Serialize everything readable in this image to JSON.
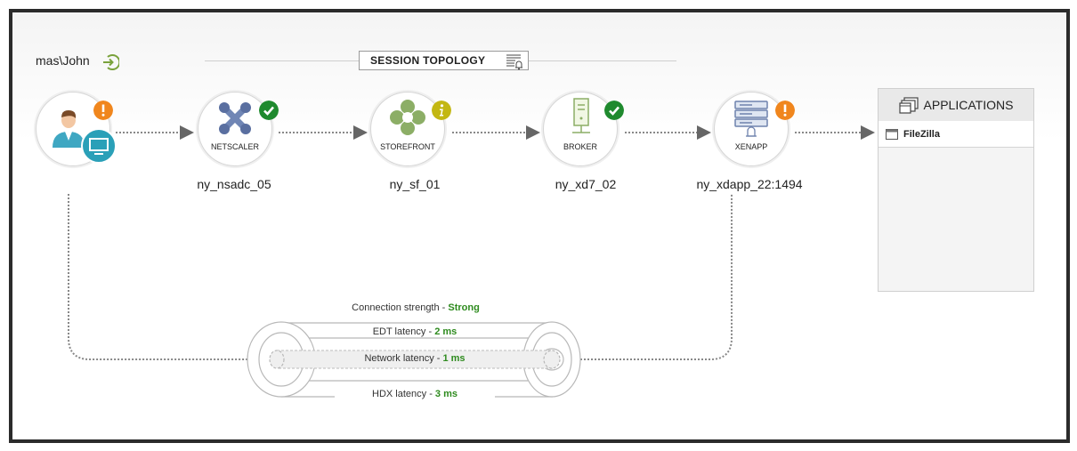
{
  "user": {
    "name": "mas\\John"
  },
  "title": "SESSION TOPOLOGY",
  "nodes": [
    {
      "label": "",
      "host": "",
      "status": "warning",
      "status_color": "#f0861d"
    },
    {
      "label": "NETSCALER",
      "host": "ny_nsadc_05",
      "status": "ok",
      "status_color": "#1f8a2e"
    },
    {
      "label": "STOREFRONT",
      "host": "ny_sf_01",
      "status": "info",
      "status_color": "#c3b712"
    },
    {
      "label": "BROKER",
      "host": "ny_xd7_02",
      "status": "ok",
      "status_color": "#1f8a2e"
    },
    {
      "label": "XENAPP",
      "host": "ny_xdapp_22:1494",
      "status": "warning",
      "status_color": "#f0861d"
    }
  ],
  "applications": {
    "header": "APPLICATIONS",
    "items": [
      {
        "name": "FileZilla"
      }
    ]
  },
  "connection": {
    "strength_label": "Connection strength - ",
    "strength_value": "Strong",
    "edt_label": "EDT latency - ",
    "edt_value": "2 ms",
    "network_label": "Network latency - ",
    "network_value": "1 ms",
    "hdx_label": "HDX latency - ",
    "hdx_value": "3 ms"
  },
  "colors": {
    "ok": "#1f8a2e",
    "warning": "#f0861d",
    "info": "#c3b712",
    "metric_value": "#2e8b1e",
    "accent_teal": "#2aa0b8"
  }
}
